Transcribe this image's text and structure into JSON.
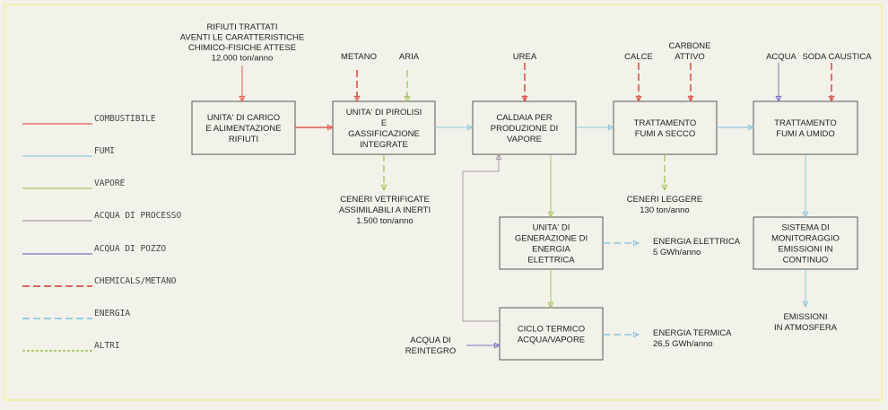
{
  "colors": {
    "combustibile": "#e05a50",
    "fumi": "#8ec6de",
    "vapore": "#a6c65c",
    "acqua_processo": "#a49ca8",
    "acqua_pozzo": "#7c70c0",
    "chemicals": "#d9534a",
    "energia": "#8ec6de",
    "altri": "#a6c65c",
    "frame": "#f3ee9a"
  },
  "legend": [
    {
      "label": "COMBUSTIBILE",
      "style": "solid",
      "color": "combustibile"
    },
    {
      "label": "FUMI",
      "style": "solid",
      "color": "fumi"
    },
    {
      "label": "VAPORE",
      "style": "solid",
      "color": "vapore"
    },
    {
      "label": "ACQUA DI PROCESSO",
      "style": "solid",
      "color": "acqua_processo"
    },
    {
      "label": "ACQUA DI POZZO",
      "style": "solid",
      "color": "acqua_pozzo"
    },
    {
      "label": "CHEMICALS/METANO",
      "style": "dashed",
      "color": "chemicals"
    },
    {
      "label": "ENERGIA",
      "style": "dashed",
      "color": "energia"
    },
    {
      "label": "ALTRI",
      "style": "dotted",
      "color": "altri"
    }
  ],
  "boxes": {
    "carico": [
      "UNITA' DI CARICO",
      "E ALIMENTAZIONE",
      "RIFIUTI"
    ],
    "pirolisi": [
      "UNITA' DI PIROLISI",
      "E",
      "GASSIFICAZIONE",
      "INTEGRATE"
    ],
    "caldaia": [
      "CALDAIA PER",
      "PRODUZIONE DI",
      "VAPORE"
    ],
    "secco": [
      "TRATTAMENTO",
      "FUMI A SECCO"
    ],
    "umido": [
      "TRATTAMENTO",
      "FUMI A UMIDO"
    ],
    "generazione": [
      "UNITA' DI",
      "GENERAZIONE DI",
      "ENERGIA",
      "ELETTRICA"
    ],
    "ciclo": [
      "CICLO TERMICO",
      "ACQUA/VAPORE"
    ],
    "monitoraggio": [
      "SISTEMA DI",
      "MONITORAGGIO",
      "EMISSIONI IN",
      "CONTINUO"
    ]
  },
  "labels": {
    "rifiuti": [
      "RIFIUTI TRATTATI",
      "AVENTI LE CARATTERISTICHE",
      "CHIMICO-FISICHE ATTESE",
      "12.000 ton/anno"
    ],
    "metano": "METANO",
    "aria": "ARIA",
    "urea": "UREA",
    "calce": "CALCE",
    "carbone": [
      "CARBONE",
      "ATTIVO"
    ],
    "acqua": "ACQUA",
    "soda": "SODA CAUSTICA",
    "ceneri_vetrificate": [
      "CENERI VETRIFICATE",
      "ASSIMILABILI A INERTI",
      "1.500 ton/anno"
    ],
    "ceneri_leggere": [
      "CENERI LEGGERE",
      "130 ton/anno"
    ],
    "energia_elettrica": [
      "ENERGIA ELETTRICA",
      "5 GWh/anno"
    ],
    "energia_termica": [
      "ENERGIA TERMICA",
      "26,5 GWh/anno"
    ],
    "acqua_reintegro": [
      "ACQUA DI",
      "REINTEGRO"
    ],
    "emissioni": [
      "EMISSIONI",
      "IN ATMOSFERA"
    ]
  }
}
